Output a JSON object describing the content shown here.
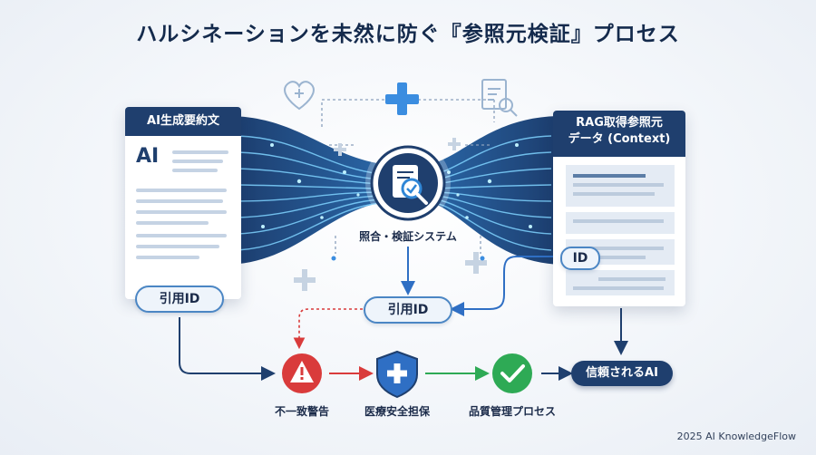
{
  "title": "ハルシネーションを未然に防ぐ『参照元検証』プロセス",
  "left_doc": {
    "header": "AI生成要約文",
    "ai_mark": "AI",
    "citation_pill": "引用ID"
  },
  "right_doc": {
    "header_line1": "RAG取得参照元",
    "header_line2": "データ (Context)",
    "id_tag": "ID"
  },
  "center": {
    "system_label": "照合・検証システム",
    "citation_pill": "引用ID"
  },
  "steps": [
    {
      "label": "不一致警告",
      "icon": "warning-icon",
      "color": "#d93b3b"
    },
    {
      "label": "医療安全担保",
      "icon": "medical-shield-icon",
      "color": "#2f6fc4"
    },
    {
      "label": "品質管理プロセス",
      "icon": "check-icon",
      "color": "#2eaa55"
    }
  ],
  "result_pill": "信頼されるAI",
  "footer": "2025 AI KnowledgeFlow",
  "colors": {
    "navy": "#1f3f6e",
    "accent_blue": "#2f86d6",
    "red": "#d93b3b",
    "green": "#2eaa55"
  }
}
